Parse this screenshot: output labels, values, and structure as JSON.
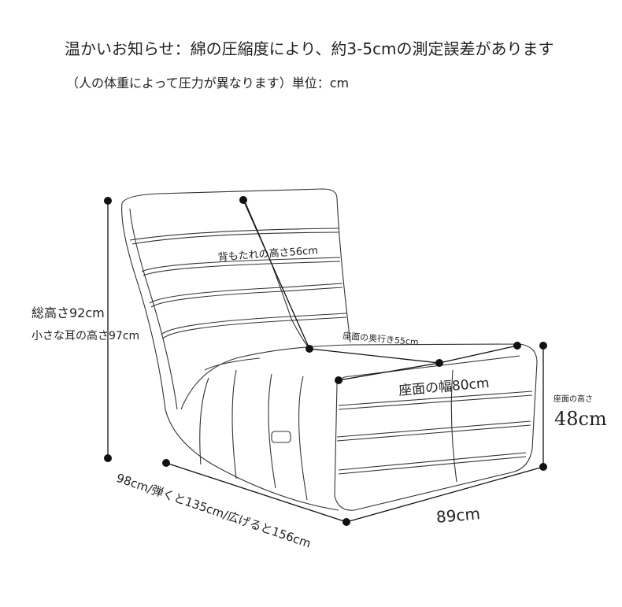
{
  "header": {
    "notice": "温かいお知らせ：綿の圧縮度により、約3-5cmの測定誤差があります",
    "note": "（人の体重によって圧力が異なります）単位：cm"
  },
  "dimensions": {
    "backrest_height": "背もたれの高さ56cm",
    "total_height": "総高さ92cm",
    "ear_height": "小さな耳の高さ97cm",
    "seat_depth": "座面の奥行き55cm",
    "seat_width": "座面の幅80cm",
    "seat_height_label": "座面の高さ",
    "seat_height_value": "48cm",
    "overall_width": "89cm",
    "length": "98cm/弾くと135cm/広げると156cm"
  }
}
